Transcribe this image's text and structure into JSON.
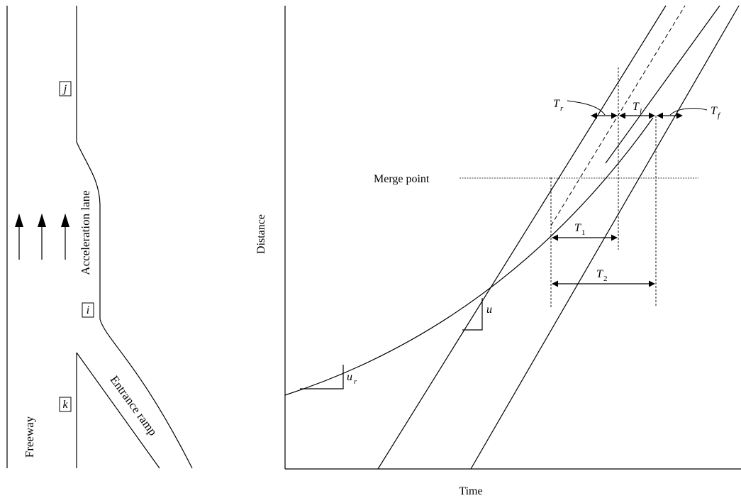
{
  "road": {
    "freeway_label": "Freeway",
    "acceleration_lane_label": "Acceleration lane",
    "entrance_ramp_label": "Entrance ramp",
    "detector_j": "j",
    "detector_i": "i",
    "detector_k": "k",
    "traffic_arrow_count": 3
  },
  "plot": {
    "xlabel": "Time",
    "ylabel": "Distance",
    "merge_point_label": "Merge point",
    "u_label": "u",
    "ur_label": "u",
    "ur_sub": "r",
    "T1_main": "T",
    "T1_sub": "1",
    "T2_main": "T",
    "T2_sub": "2",
    "Tr_main": "T",
    "Tr_sub": "r",
    "Tl_main": "T",
    "Tl_sub": "l",
    "Tf_main": "T",
    "Tf_sub": "f"
  }
}
